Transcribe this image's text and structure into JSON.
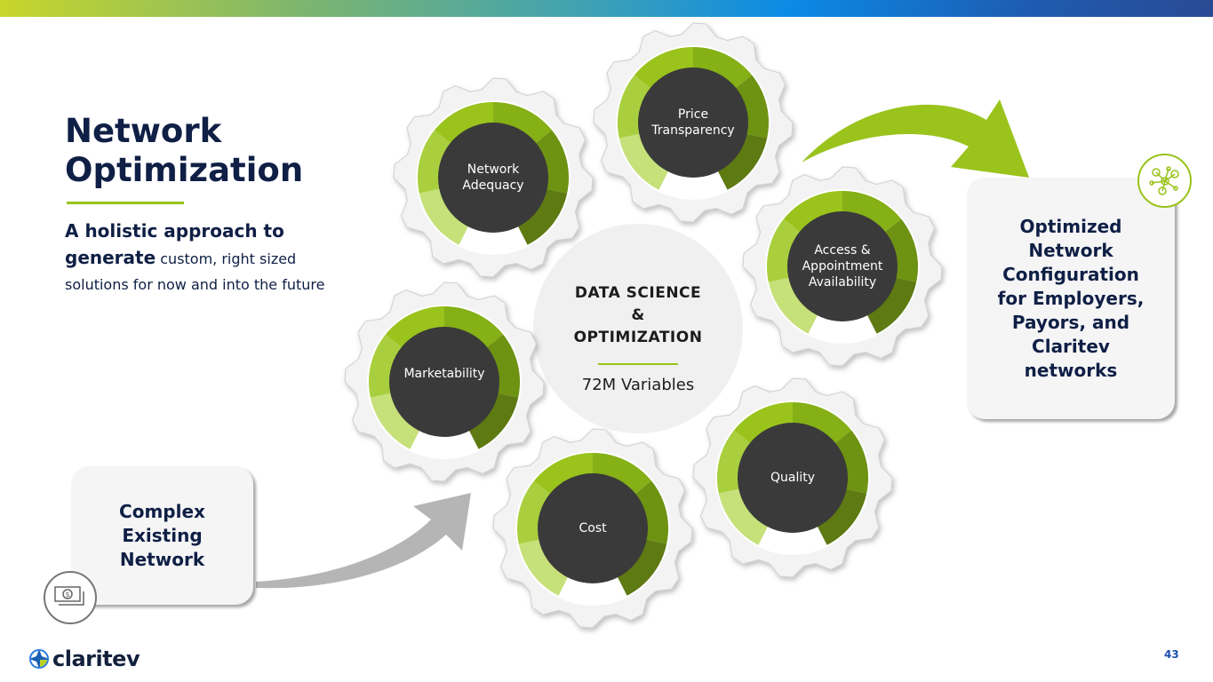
{
  "title_lines": [
    "Network",
    "Optimization"
  ],
  "subtitle": {
    "bold": "A holistic approach to generate",
    "rest": " custom, right sized solutions for now and into the future"
  },
  "input_card": {
    "label": "Complex Existing Network",
    "icon": "money-bills-icon"
  },
  "output_card": {
    "label": "Optimized Network Configuration for Employers, Payors, and Claritev networks",
    "icon": "network-people-icon"
  },
  "center": {
    "heading_lines": [
      "DATA SCIENCE",
      "&",
      "OPTIMIZATION"
    ],
    "value": "72M Variables"
  },
  "gears": [
    {
      "label": "Network Adequacy"
    },
    {
      "label": "Price Transparency"
    },
    {
      "label": "Access & Appointment Availability"
    },
    {
      "label": "Marketability"
    },
    {
      "label": "Cost"
    },
    {
      "label": "Quality"
    }
  ],
  "colors": {
    "green": "#9ac31c",
    "dark_green": "#5e7a12",
    "navy": "#0f1f45",
    "dark_gray": "#3a3a3a"
  },
  "logo": "claritev",
  "page_number": "43"
}
